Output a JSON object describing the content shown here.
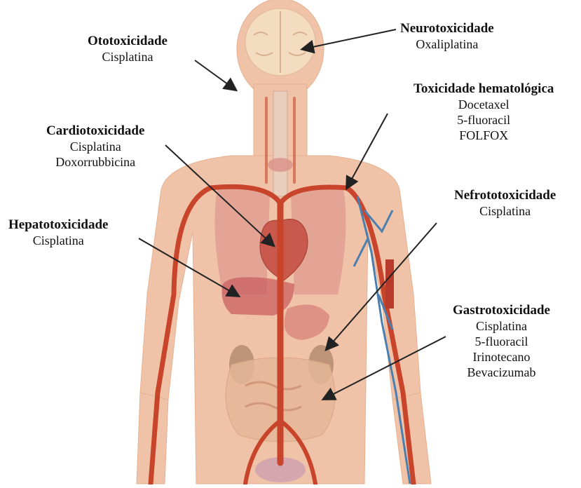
{
  "diagram": {
    "labels": [
      {
        "id": "ototoxicidade",
        "title": "Ototoxicidade",
        "drugs": [
          "Cisplatina"
        ]
      },
      {
        "id": "neurotoxicidade",
        "title": "Neurotoxicidade",
        "drugs": [
          "Oxaliplatina"
        ]
      },
      {
        "id": "hematologica",
        "title": "Toxicidade hematológica",
        "drugs": [
          "Docetaxel",
          "5-fluoracil",
          "FOLFOX"
        ]
      },
      {
        "id": "cardiotoxicidade",
        "title": "Cardiotoxicidade",
        "drugs": [
          "Cisplatina",
          "Doxorrubbicina"
        ]
      },
      {
        "id": "hepatotoxicidade",
        "title": "Hepatotoxicidade",
        "drugs": [
          "Cisplatina"
        ]
      },
      {
        "id": "nefrotoxicidade",
        "title": "Nefrototoxicidade",
        "drugs": [
          "Cisplatina"
        ]
      },
      {
        "id": "gastrotoxicidade",
        "title": "Gastrotoxicidade",
        "drugs": [
          "Cisplatina",
          "5-fluoracil",
          "Irinotecano",
          "Bevacizumab"
        ]
      }
    ]
  },
  "colors": {
    "skin": "#f0c3a8",
    "skin_dark": "#e3a888",
    "artery": "#c8442a",
    "vein": "#4a7fb0",
    "brain": "#f4dcc0",
    "lung": "#d98a86",
    "liver": "#c85a5e",
    "arrow": "#222222"
  }
}
